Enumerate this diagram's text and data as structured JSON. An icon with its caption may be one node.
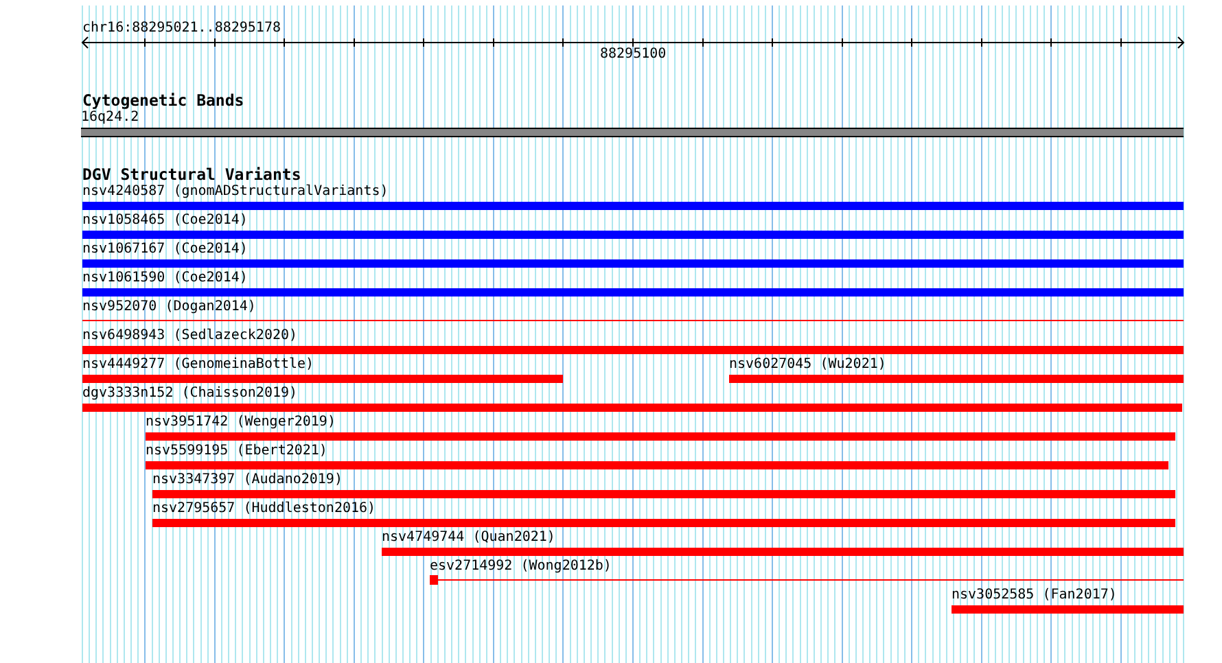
{
  "diagram": {
    "nodes": [
      {
        "text": [
          "16q24.2"
        ]
      },
      {
        "text": [
          "nsv4240587 (gnomADStructuralVariants)"
        ]
      },
      {
        "text": [
          "nsv1058465 (Coe2014)"
        ]
      },
      {
        "text": [
          "nsv1067167 (Coe2014)"
        ]
      },
      {
        "text": [
          "nsv1061590 (Coe2014)"
        ]
      },
      {
        "text": [
          "nsv952070 (Dogan2014)"
        ]
      },
      {
        "text": [
          "nsv6498943 (Sedlazeck2020)"
        ]
      },
      {
        "text": [
          "nsv4449277 (GenomeinaBottle)"
        ]
      },
      {
        "text": [
          "nsv6027045 (Wu2021)"
        ]
      },
      {
        "text": [
          "dgv3333n152 (Chaisson2019)"
        ]
      },
      {
        "text": [
          "nsv3951742 (Wenger2019)"
        ]
      },
      {
        "text": [
          "nsv5599195 (Ebert2021)"
        ]
      },
      {
        "text": [
          "nsv3347397 (Audano2019)"
        ]
      },
      {
        "text": [
          "nsv2795657 (Huddleston2016)"
        ]
      },
      {
        "text": [
          "nsv4749744 (Quan2021)"
        ]
      },
      {
        "text": [
          "esv2714992 (Wong2012b)"
        ]
      },
      {
        "text": [
          "nsv3052585 (Fan2017)"
        ]
      }
    ],
    "labels": [
      "chr16:88295021..88295178",
      "88295100",
      "Cytogenetic Bands",
      "DGV Structural Variants"
    ]
  }
}
